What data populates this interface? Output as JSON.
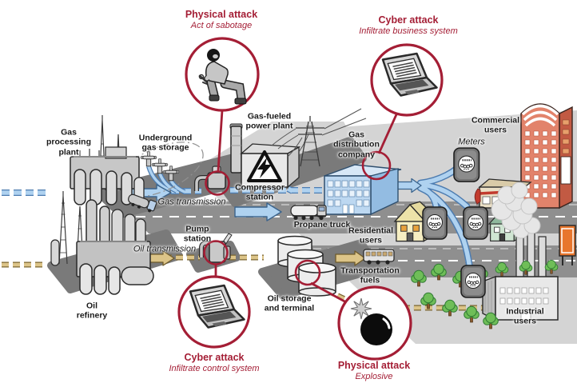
{
  "title": "Oil and natural gas infrastructure with physical and cyber attack points",
  "colors": {
    "attack_red": "#A41E35",
    "gas_pipeline_blue": "#AFD2F0",
    "gas_pipeline_edge": "#4D7CB0",
    "oil_pipeline_tan": "#DCC488",
    "oil_pipeline_edge": "#7A6430",
    "road_gray": "#8F8F8F",
    "ground_gray": "#D4D4D4",
    "shadow_gray": "#7A7A7A",
    "tree_green": "#6FBE58",
    "commercial_brick": "#E2836B",
    "distribution_blue": "#BDD8F1"
  },
  "callouts": {
    "sabotage": {
      "title": "Physical attack",
      "subtitle": "Act of sabotage",
      "icon": "masked-saboteur-icon",
      "target": "Compressor station"
    },
    "cyber_business": {
      "title": "Cyber attack",
      "subtitle": "Infiltrate business system",
      "icon": "laptop-icon",
      "target": "Gas distribution company"
    },
    "cyber_control": {
      "title": "Cyber attack",
      "subtitle": "Infiltrate control system",
      "icon": "laptop-icon",
      "target": "Pump station"
    },
    "explosive": {
      "title": "Physical attack",
      "subtitle": "Explosive",
      "icon": "bomb-icon",
      "target": "Oil storage and terminal"
    }
  },
  "labels": {
    "gas_processing_plant": "Gas\nprocessing\nplant",
    "underground_gas_storage": "Underground\ngas storage",
    "gas_fueled_power_plant": "Gas-fueled\npower plant",
    "compressor_station": "Compressor\nstation",
    "gas_transmission": "Gas transmission",
    "propane_truck": "Propane truck",
    "gas_distribution_company": "Gas\ndistribution\ncompany",
    "residential_users": "Residential\nusers",
    "commercial_users": "Commercial\nusers",
    "meters": "Meters",
    "pump_station": "Pump\nstation",
    "oil_transmission": "Oil transmission",
    "oil_refinery": "Oil\nrefinery",
    "oil_storage_and_terminal": "Oil storage\nand terminal",
    "transportation_fuels": "Transportation\nfuels",
    "industrial_users": "Industrial users"
  }
}
